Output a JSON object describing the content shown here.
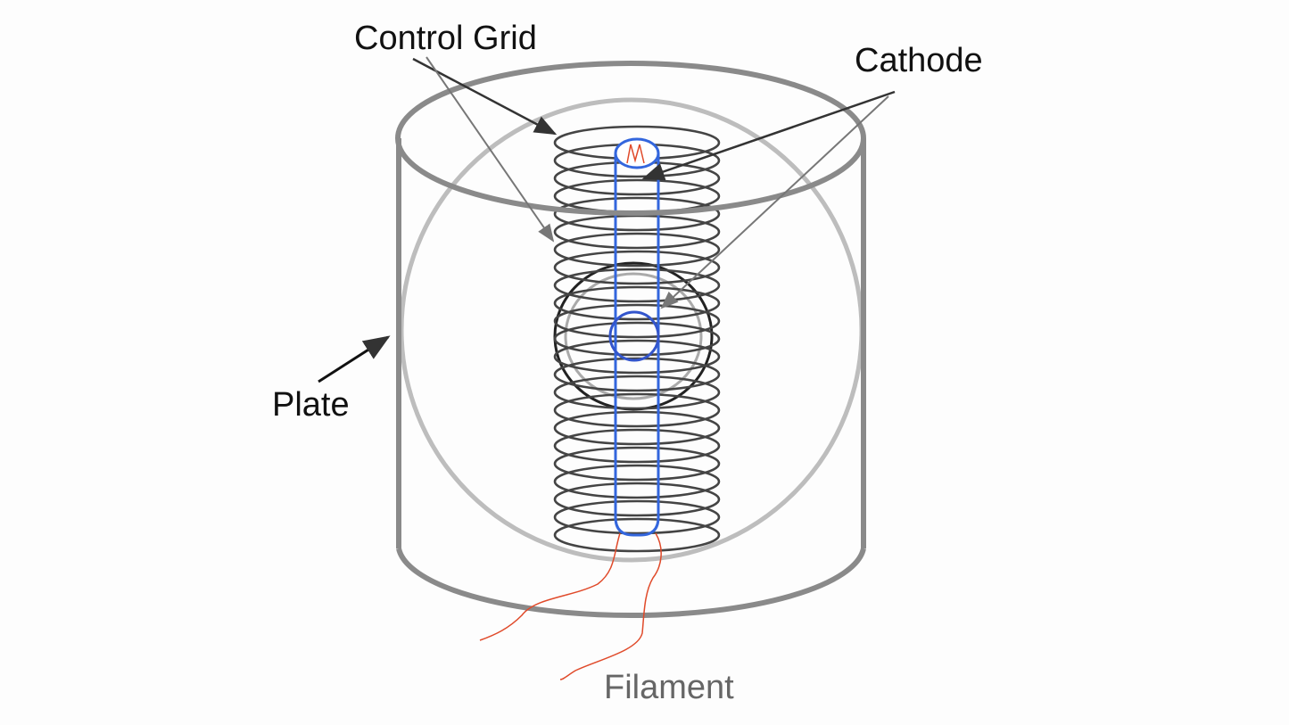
{
  "labels": {
    "control_grid": "Control Grid",
    "cathode": "Cathode",
    "plate": "Plate",
    "filament": "Filament"
  },
  "colors": {
    "plate": "#8a8a8a",
    "plate_circle": "#bdbdbd",
    "grid": "#444444",
    "cathode": "#3366dd",
    "filament": "#e04a2a"
  },
  "grid_turns": 23
}
